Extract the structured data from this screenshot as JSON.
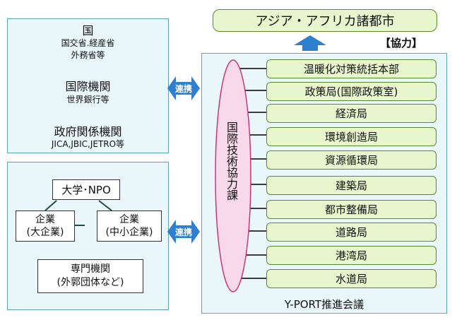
{
  "top_box": {
    "label": "アジア・アフリカ諸都市"
  },
  "cooperation_label": "【協力】",
  "national": {
    "title": "国",
    "ministries": "国交省.経産省",
    "ministries2": "外務省等",
    "intl_title": "国際機関",
    "intl_sub": "世界銀行等",
    "gov_title": "政府関係機関",
    "gov_sub": "JICA,JBIC,JETRO等"
  },
  "private": {
    "university": "大学･NPO",
    "large_company": [
      "企業",
      "(大企業)"
    ],
    "sme": [
      "企業",
      "(中小企業)"
    ],
    "specialist": [
      "専門機関",
      "(外郭団体など)"
    ]
  },
  "link_label": "連携",
  "central_division": "国際技術協力課",
  "departments": [
    "温暖化対策統括本部",
    "政策局(国際政策室)",
    "経済局",
    "環境創造局",
    "資源循環局",
    "建築局",
    "都市整備局",
    "道路局",
    "港湾局",
    "水道局"
  ],
  "council_label": "Y-PORT推進会議",
  "colors": {
    "panel_fill": "#e9f7fa",
    "panel_border": "#5aa7b4",
    "dept_fill": "#e7f6cc",
    "dept_border": "#5b8a2c",
    "ellipse_fill": "#f8d9ea",
    "ellipse_border": "#c8367c",
    "arrow_blue": "#2f7fd0"
  }
}
